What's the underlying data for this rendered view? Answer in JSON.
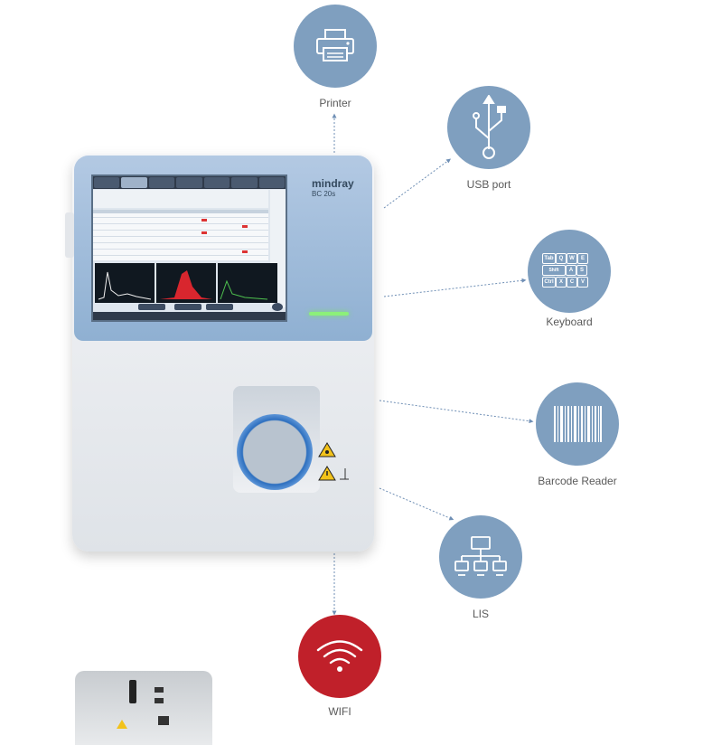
{
  "device": {
    "brand": "mindray",
    "model": "BC 20s"
  },
  "features": [
    {
      "id": "printer",
      "label": "Printer",
      "icon": "printer-icon"
    },
    {
      "id": "usb",
      "label": "USB port",
      "icon": "usb-icon"
    },
    {
      "id": "keyboard",
      "label": "Keyboard",
      "icon": "keyboard-icon",
      "keys": [
        [
          "Tab",
          "Q",
          "W",
          "E"
        ],
        [
          "Shift",
          "A",
          "S"
        ],
        [
          "Ctrl",
          "X",
          "C",
          "V"
        ]
      ]
    },
    {
      "id": "barcode",
      "label": "Barcode Reader",
      "icon": "barcode-icon"
    },
    {
      "id": "lis",
      "label": "LIS",
      "icon": "network-icon"
    },
    {
      "id": "wifi",
      "label": "WIFI",
      "icon": "wifi-icon"
    }
  ],
  "colors": {
    "icon_circle": "#7f9fbf",
    "wifi_circle": "#c0202a",
    "connector": "#6f8fb5"
  }
}
